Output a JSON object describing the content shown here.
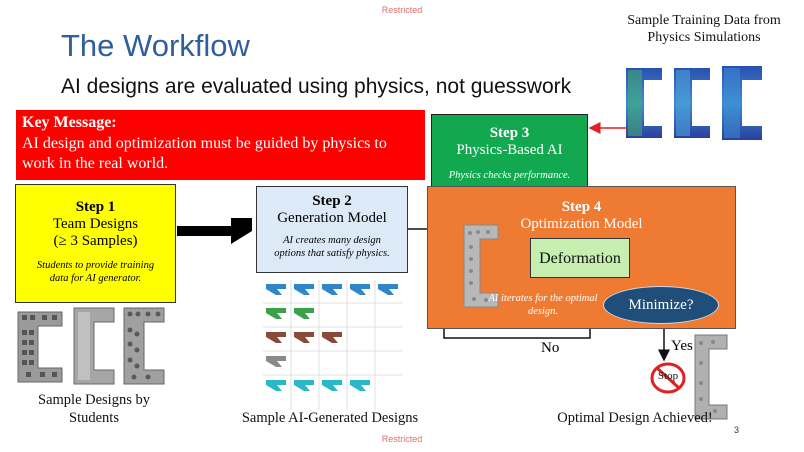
{
  "restricted_top": "Restricted",
  "restricted_bottom": "Restricted",
  "title": "The Workflow",
  "subtitle": "AI designs are evaluated using physics, not guesswork",
  "key_message": {
    "heading": "Key Message:",
    "text_line1": "AI design and optimization must be guided by physics to",
    "text_line2": "work in the real world."
  },
  "step1": {
    "label": "Step 1",
    "line1": "Team Designs",
    "line2": "(≥ 3 Samples)",
    "note_line1": "Students to provide training",
    "note_line2": "data for AI generator."
  },
  "step2": {
    "label": "Step 2",
    "line1": "Generation Model",
    "note_line1": "AI creates many design",
    "note_line2": "options that satisfy physics."
  },
  "step3": {
    "label": "Step 3",
    "line1": "Physics-Based AI",
    "note": "Physics checks performance."
  },
  "step4": {
    "label": "Step 4",
    "line1": "Optimization Model",
    "deformation": "Deformation",
    "minimize": "Minimize?",
    "note_line1": "AI iterates for the optimal",
    "note_line2": "design."
  },
  "labels": {
    "no": "No",
    "yes": "Yes",
    "stop": "Stop"
  },
  "captions": {
    "training_line1": "Sample Training Data from",
    "training_line2": "Physics Simulations",
    "students_line1": "Sample Designs by",
    "students_line2": "Students",
    "ai_generated": "Sample AI-Generated Designs",
    "optimal": "Optimal Design Achieved!"
  },
  "page_number": "3",
  "colors": {
    "title": "#2f5f9e",
    "key_message_bg": "#ff0000",
    "step1_bg": "#ffff00",
    "step2_bg": "#dce9f6",
    "step3_bg": "#12a84f",
    "step4_bg": "#ef7b33",
    "deformation_bg": "#c7efb0",
    "minimize_bg": "#1e4e79"
  }
}
